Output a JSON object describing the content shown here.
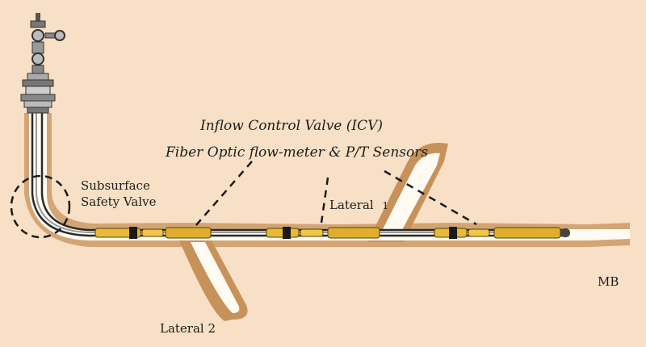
{
  "labels": {
    "icv": "Inflow Control Valve (ICV)",
    "fiber": "Fiber Optic flow-meter & P/T Sensors",
    "sssv_line1": "Subsurface",
    "sssv_line2": "Safety Valve",
    "lateral1": "Lateral",
    "lateral1_num": "1",
    "lateral2": "Lateral 2",
    "mb": "MB"
  },
  "colors": {
    "background": "#f7e0c6",
    "formation": "#c7925a",
    "borehole": "#fffaf2",
    "tubing": "#2a2a2a",
    "completion_tool": "#e8b93a",
    "packer": "#1a1a1a"
  }
}
